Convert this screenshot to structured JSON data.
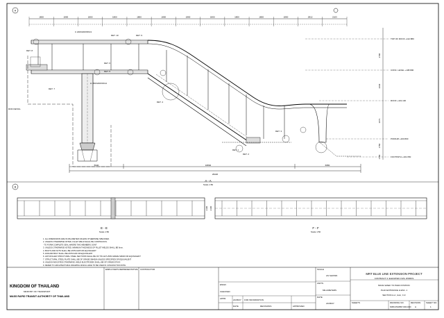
{
  "top_dims": [
    "1800",
    "1800",
    "1800",
    "1800",
    "1800",
    "1800",
    "1800",
    "1800",
    "1800",
    "1800",
    "1800",
    "2812",
    "2103"
  ],
  "bottom_dims": [
    "5940",
    "16840",
    "6950"
  ],
  "overall_dim": "29320",
  "elevations": [
    "TOP OF ROOF +112.880",
    "CONC. LEVEL +108.890",
    "ROOF +101.130",
    "PODIUM +103.800",
    "FOOTPATH +101.650"
  ],
  "right_dims": [
    "3700",
    "3640",
    "3671",
    "1750",
    "1700"
  ],
  "detail_labels": [
    "DET. 10",
    "DET. 9",
    "DET. 8",
    "DET. 7",
    "DET. 6",
    "DET. 5",
    "DET. 4",
    "DET. 3",
    "DET. 2",
    "DET. 1"
  ],
  "annotations": {
    "c_dimension": "C 200X200X8X13",
    "h_dimension": "H 450X200X9X14",
    "rod_detail": "ROD DETAIL",
    "section_aa": "A - A",
    "section_aa_scale": "Scale 1:50",
    "section_ee": "E - E",
    "section_ee_scale": "Scale 1:50",
    "section_ff": "F - F",
    "section_ff_scale": "Scale 1:50",
    "ee_height": "2100",
    "ff_height": "2100",
    "marker_a": "A",
    "marker_b": "B"
  },
  "notes": [
    "1. ALL DIMENSIONS ARE IN MILLIMETER UNLESS OTHERWISE SPECIFIED.",
    "2. UNLESS OTHERWISE NOTED, FILLET WELD SHALL BE CONTINUOUS.",
    "   - TO FORM COMPLETE SEAL WHERE TWO MEMBERS JOINT",
    "3. UNLESS OTHERWISE NOTED, MINIMUM THICKNESS OF FILLET WELDS SHALL BE 6mm.",
    "4. BOLTS AND NUTS SHALL BE ASTM A325 OR EQUIVALENT",
    "5. ANCHOR BOLT SHALL BE ASTM A36 OR EQUIVALENT",
    "6. HOT-ROLLED STRUCTURAL STEEL SECTIONS SHALL BE OF TIS 1227-2539 GRADE SM400 OR EQUIVALENT",
    "7. STRUCTURAL STEEL PLATE SHALL BE OF GRADE SM400A UNLESS SPECIFIED OR EQUIVALENT",
    "8. UNLESS INDICATED OTHERWISE, WELD ELECTRODES SHALL BE OF GRADE E70XX",
    "9. REFER TO ARCHITECTURAL DRAWING WHICH HAVE TO BE USED IN CONJUNCTION WITH"
  ],
  "title_block": {
    "kingdom": "KINGDOM OF THAILAND",
    "ministry": "MINISTRY OF TRANSPORT",
    "authority": "MASS RAPID TRANSIT AUTHORITY OF THAILAND",
    "employer_rep": "EMPLOYER'S REPRESENTATIVE",
    "contractor": "CONTRACTOR",
    "revision_date": "21/08/17",
    "revision_desc": "FOR INFORMATION",
    "col_date": "DATE",
    "col_revision": "REVISIONS",
    "col_approved": "APPROVED",
    "scale_label": "SCALE",
    "scale_value": "AS SHOWN",
    "units_label": "UNITS",
    "units_value": "MILLIMETERS",
    "date_label": "DATE",
    "date_value": "21/08/17",
    "row_labels": [
      "ENGR.",
      "CHECKED",
      "APPR."
    ],
    "project_title": "MRT BLUE LINE EXTENSION PROJECT",
    "contract": "CONTRACT 3: ELEVATED CIVIL WORKS",
    "drawing_title_1": "BANG WAEK TO PHRA STATION",
    "drawing_title_2": "PLAN ENTRANCE  &  ESC. 1",
    "drawing_title_3": "SECTION  A-A ; E-E ; F-F",
    "sheets_label": "SHEETS",
    "drawing_no_label": "DRAWING NO.",
    "drawing_no": "SDBN-STERBST-0000-0000",
    "revision_label": "REVISION",
    "revision_no": "A",
    "sheet_no_label": "SHEET NO.",
    "sheet_no": "1"
  }
}
